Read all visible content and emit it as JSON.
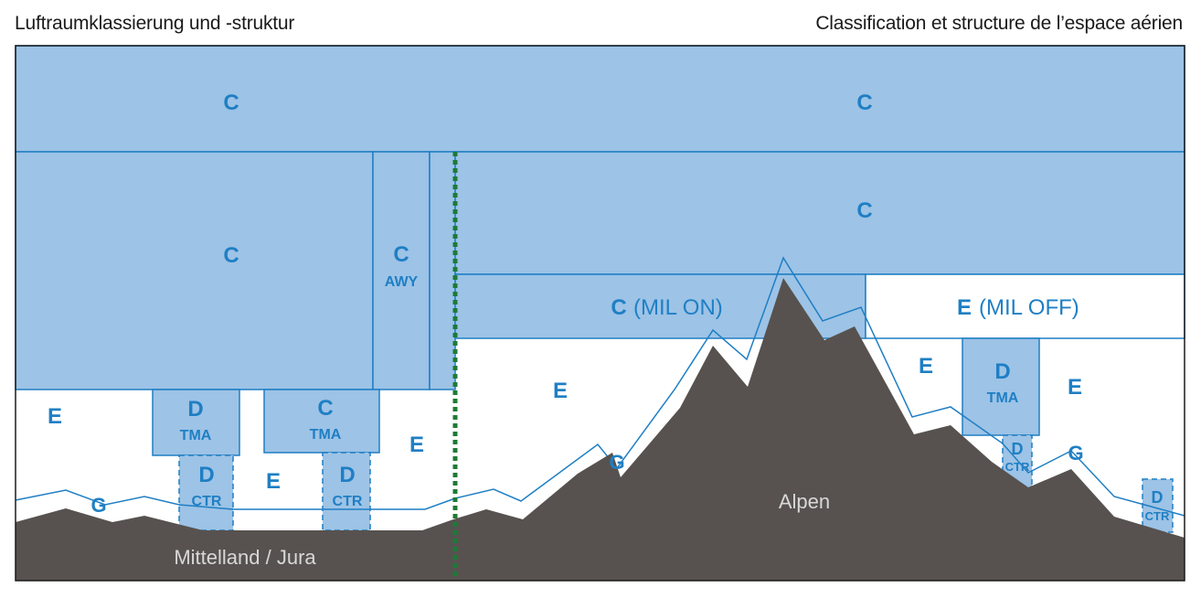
{
  "titles": {
    "left": "Luftraumklassierung und -struktur",
    "right": "Classification et structure de l’espace aérien"
  },
  "labels": {
    "c_top_left": "C",
    "c_top_right": "C",
    "c_mid_left": "C",
    "c_awy_class": "C",
    "c_awy_sub": "AWY",
    "c_mid_right": "C",
    "c_mil_on_class": "C",
    "c_mil_on_text": "(MIL ON)",
    "e_mil_off_class": "E",
    "e_mil_off_text": "(MIL OFF)",
    "e_left1": "E",
    "d_tma1_class": "D",
    "d_tma1_sub": "TMA",
    "c_tma_class": "C",
    "c_tma_sub": "TMA",
    "e_left2": "E",
    "e_left3": "E",
    "d_ctr1_class": "D",
    "d_ctr1_sub": "CTR",
    "d_ctr2_class": "D",
    "d_ctr2_sub": "CTR",
    "g_left": "G",
    "e_alps_left": "E",
    "g_alps": "G",
    "e_alps_right1": "E",
    "d_tma_alps_class": "D",
    "d_tma_alps_sub": "TMA",
    "e_alps_right2": "E",
    "d_ctr_alps1_class": "D",
    "d_ctr_alps1_sub": "CTR",
    "g_alps_right": "G",
    "d_ctr_alps2_class": "D",
    "d_ctr_alps2_sub": "CTR",
    "terrain_left": "Mittelland / Jura",
    "terrain_right": "Alpen"
  },
  "colors": {
    "airspace_fill": "#9dc3e6",
    "airspace_line": "#1f7fc4",
    "terrain": "#57524f",
    "divider": "#1e7a36",
    "label": "#1f7fc4"
  }
}
